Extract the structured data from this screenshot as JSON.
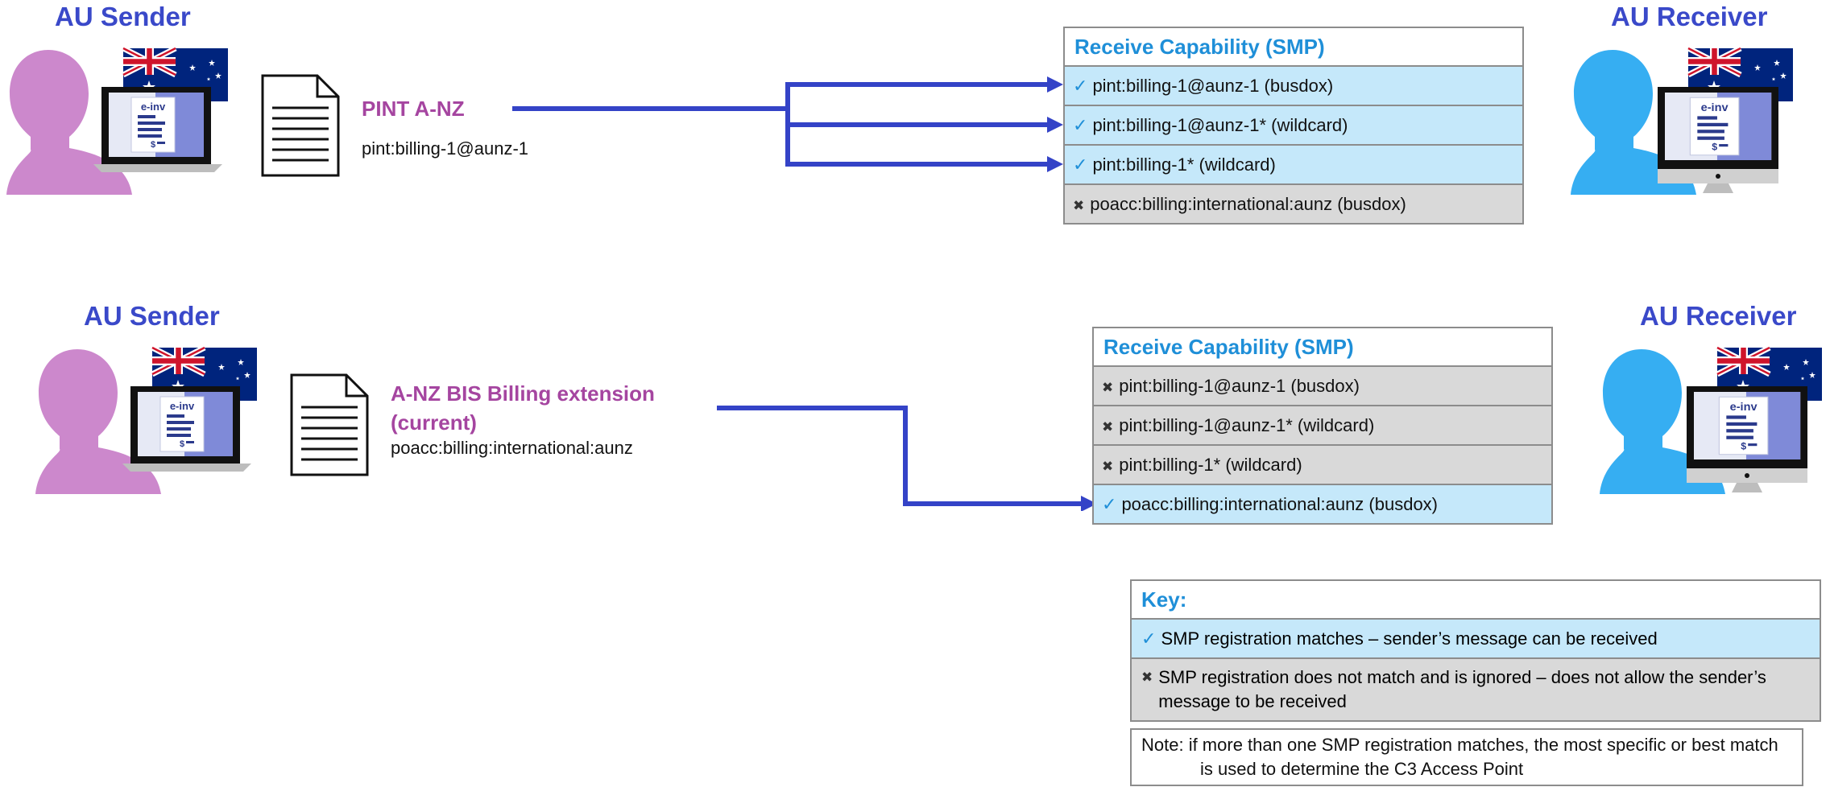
{
  "colors": {
    "sender_person": "#cc88cc",
    "receiver_person": "#36aef2",
    "arrow": "#3443c7",
    "title": "#3a49c9",
    "doc_title": "#a545a0",
    "cap_header": "#1f8fd8",
    "row_match": "#c5e8fa",
    "row_nomatch": "#d9d9d9"
  },
  "scenario1": {
    "sender_label": "AU Sender",
    "receiver_label": "AU Receiver",
    "doc_title": "PINT A-NZ",
    "doc_id": "pint:billing-1@aunz-1",
    "capability": {
      "header": "Receive Capability (SMP)",
      "rows": [
        {
          "mark": "✓",
          "text": "pint:billing-1@aunz-1 (busdox)",
          "status": "match"
        },
        {
          "mark": "✓",
          "text": "pint:billing-1@aunz-1* (wildcard)",
          "status": "match"
        },
        {
          "mark": "✓",
          "text": "pint:billing-1* (wildcard)",
          "status": "match"
        },
        {
          "mark": "✖",
          "text": "poacc:billing:international:aunz (busdox)",
          "status": "nomatch"
        }
      ]
    }
  },
  "scenario2": {
    "sender_label": "AU Sender",
    "receiver_label": "AU Receiver",
    "doc_title_line1": "A-NZ BIS Billing extension",
    "doc_title_line2": "(current)",
    "doc_id": "poacc:billing:international:aunz",
    "capability": {
      "header": "Receive Capability (SMP)",
      "rows": [
        {
          "mark": "✖",
          "text": "pint:billing-1@aunz-1 (busdox)",
          "status": "nomatch"
        },
        {
          "mark": "✖",
          "text": "pint:billing-1@aunz-1* (wildcard)",
          "status": "nomatch"
        },
        {
          "mark": "✖",
          "text": "pint:billing-1* (wildcard)",
          "status": "nomatch"
        },
        {
          "mark": "✓",
          "text": "poacc:billing:international:aunz (busdox)",
          "status": "match"
        }
      ]
    }
  },
  "key": {
    "header": "Key:",
    "match_mark": "✓",
    "match_text": "SMP registration matches – sender’s message can be received",
    "nomatch_mark": "✖",
    "nomatch_text": "SMP registration does not match and is ignored – does not allow the sender’s message to be received",
    "note": "Note: if more than one SMP registration matches, the most specific or best match is used to determine the C3 Access Point"
  },
  "icons": {
    "sender": "person-with-laptop-icon",
    "receiver": "person-with-monitor-icon",
    "flag": "australian-flag-icon",
    "document": "document-icon",
    "einvoice_screen": "e-inv"
  }
}
